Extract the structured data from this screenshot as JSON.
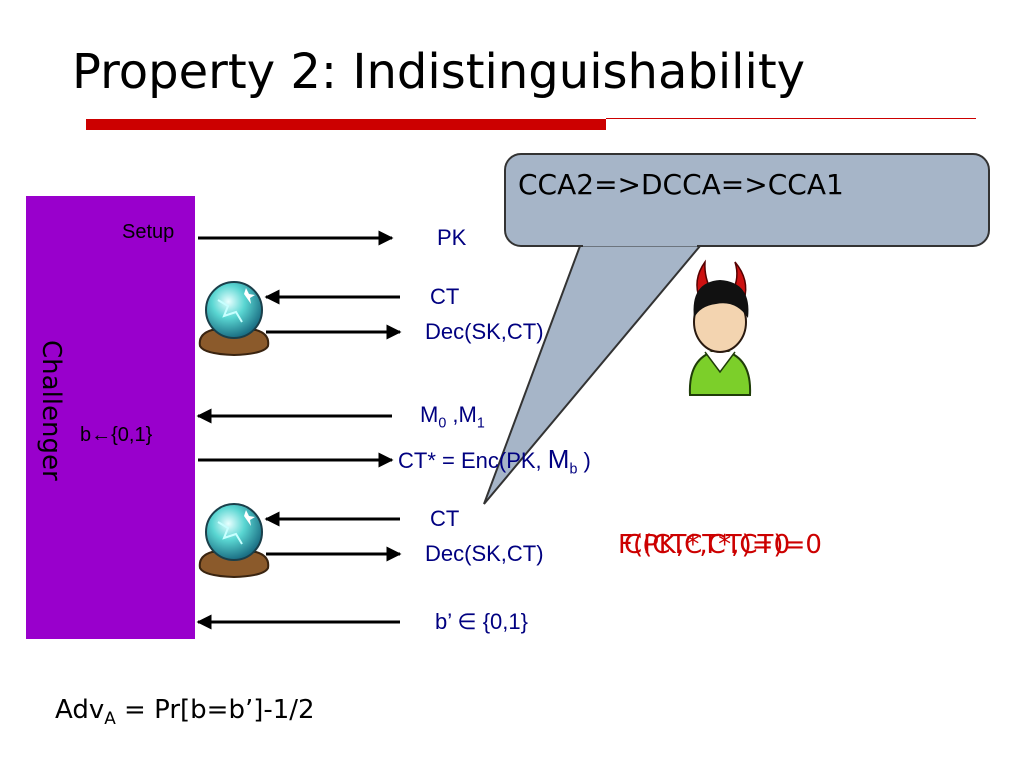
{
  "slide": {
    "title": "Property 2: Indistinguishability",
    "callout": "CCA2=>DCCA=>CCA1",
    "challenger": "Challenger",
    "setup": "Setup",
    "b_choice": "b←{0,1}",
    "pk": "PK",
    "ct_query1": "CT",
    "dec_reply1": "Dec(SK,CT)",
    "m0": "M",
    "m0_sub": "0",
    "m1": " ,M",
    "m1_sub": "1",
    "ct_star_prefix": "CT* = Enc(PK, ",
    "ct_star_m": "M",
    "ct_star_sub": "b",
    "ct_star_suffix": " )",
    "ct_query2": "CT",
    "dec_reply2": "Dec(SK,CT)",
    "guess": "b’ ∈ {0,1}",
    "condition_a": "F(PK,CT*,CT)=0",
    "condition_b": "C(CT*,CT)=0",
    "adv_prefix": "Adv",
    "adv_sub": "A",
    "adv_suffix": " = Pr[b=b’]-1/2"
  },
  "colors": {
    "challenger_fill": "#9900cc",
    "accent_red": "#cc0000",
    "label_blue": "#000080",
    "callout_fill": "#a6b5c8"
  }
}
